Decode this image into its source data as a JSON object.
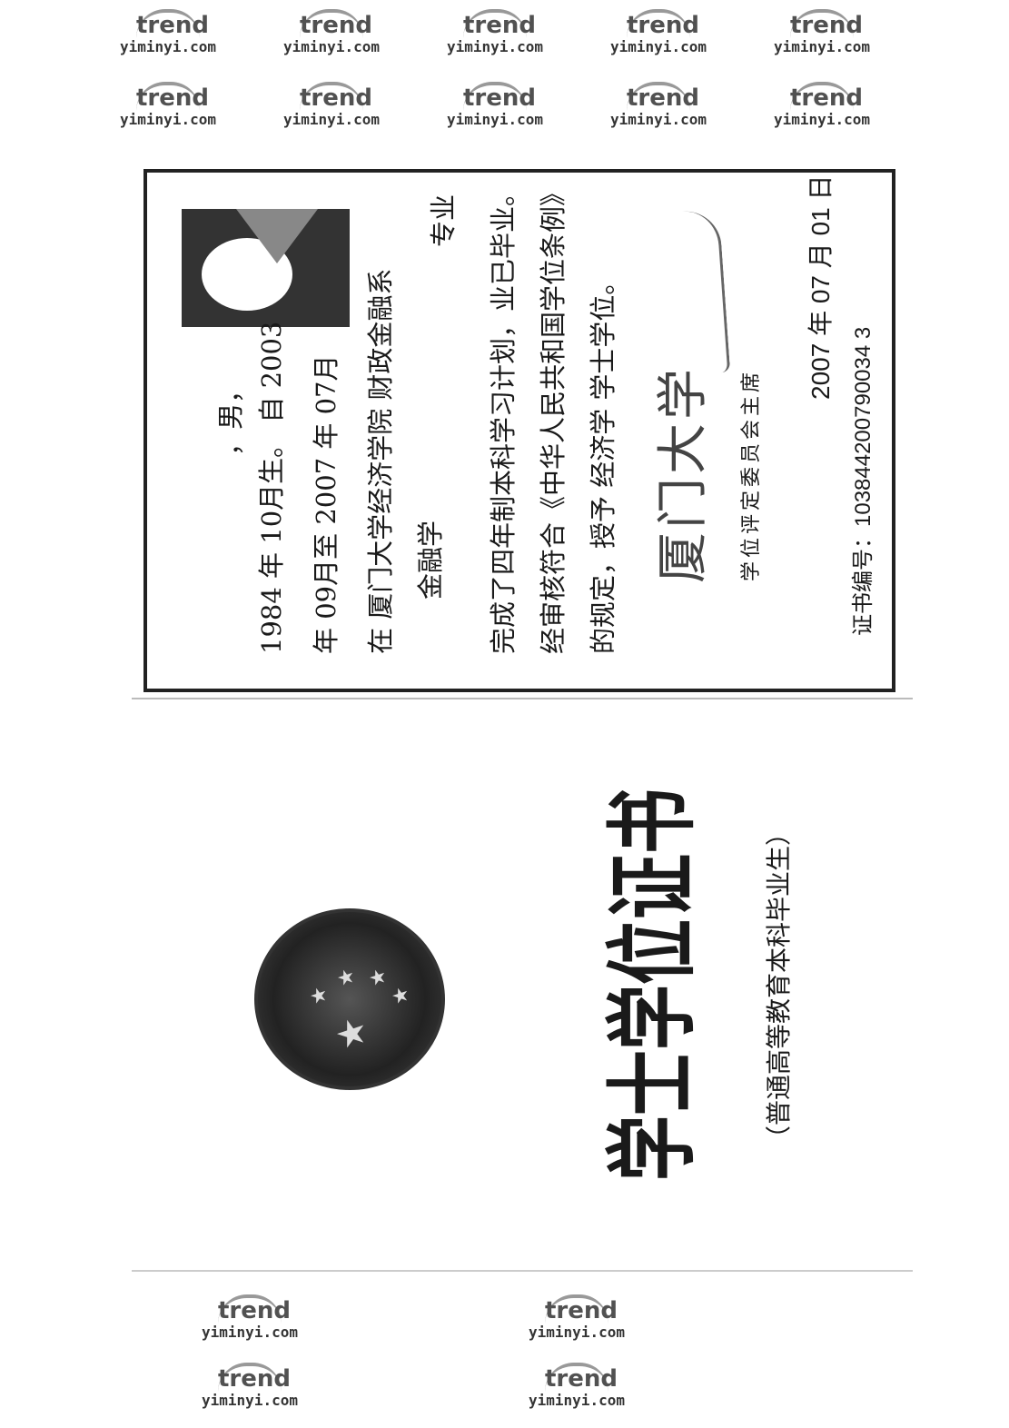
{
  "cover": {
    "title": "学士学位证书",
    "subtitle": "（普通高等教育本科毕业生）"
  },
  "certificate": {
    "line1": "，男，",
    "line2": "1984 年 10月生。 自 2003",
    "line3": "年 09月至 2007 年 07月",
    "line4": "在 厦门大学经济学院 财政金融系",
    "line5_major": "金融学",
    "line5_suffix": "专业",
    "line6": "完成了四年制本科学习计划，业已毕业。",
    "line7": "经审核符合《中华人民共和国学位条例》",
    "line8": "的规定，授予 经济学 学士学位。",
    "university": "厦门大学",
    "committee": "学位评定委员会主席",
    "date": "2007 年 07 月 01 日",
    "cert_no_label": "证书编号：",
    "cert_no": "103844200790034 3"
  },
  "watermark": {
    "logo": "trend",
    "url": "yiminyi.com"
  }
}
